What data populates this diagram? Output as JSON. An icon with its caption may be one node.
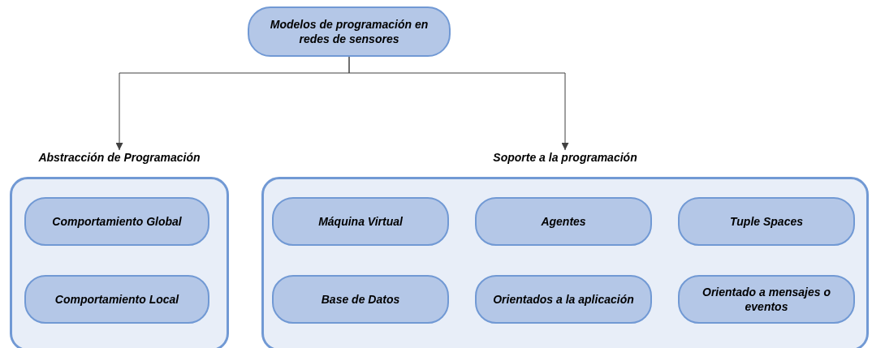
{
  "diagram": {
    "nodes": [
      {
        "text": [
          "Modelos de programación en redes de sensores"
        ]
      },
      {
        "text": [
          "Abstracción de Programación"
        ]
      },
      {
        "text": [
          "Comportamiento Global"
        ],
        "in": 1
      },
      {
        "text": [
          "Comportamiento Local"
        ],
        "in": 1
      },
      {
        "text": [
          "Soporte a la programación"
        ]
      },
      {
        "text": [
          "Máquina Virtual"
        ],
        "in": 4
      },
      {
        "text": [
          "Agentes"
        ],
        "in": 4
      },
      {
        "text": [
          "Tuple Spaces"
        ],
        "in": 4
      },
      {
        "text": [
          "Base de Datos"
        ],
        "in": 4
      },
      {
        "text": [
          "Orientados a la aplicación"
        ],
        "in": 4
      },
      {
        "text": [
          "Orientado a mensajes o eventos"
        ],
        "in": 4
      }
    ],
    "edges": [
      {
        "from": 0,
        "to": 1,
        "arrow": "to"
      },
      {
        "from": 0,
        "to": 4,
        "arrow": "to"
      }
    ]
  }
}
